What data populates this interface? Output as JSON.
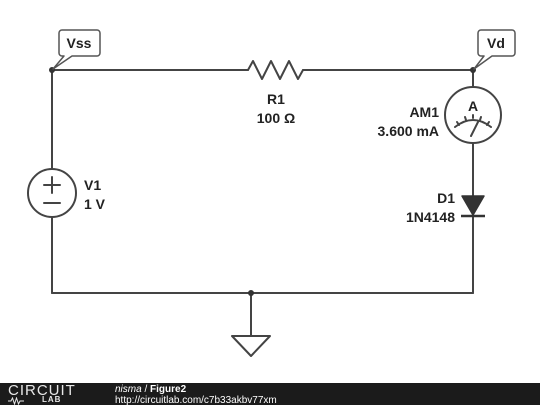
{
  "colors": {
    "wire": "#444444",
    "footer_bg": "#1b1b1b"
  },
  "labels": {
    "vss": "Vss",
    "vd": "Vd",
    "r1_name": "R1",
    "r1_value": "100 Ω",
    "am1_name": "AM1",
    "am1_value": "3.600 mA",
    "ammeter_letter": "A",
    "v1_name": "V1",
    "v1_value": "1 V",
    "d1_name": "D1",
    "d1_part": "1N4148"
  },
  "footer": {
    "logo_top": "CIRCUIT",
    "logo_bottom": "LAB",
    "author": "nisma",
    "separator": " / ",
    "title": "Figure2",
    "url": "http://circuitlab.com/c7b33akbv77xm"
  }
}
